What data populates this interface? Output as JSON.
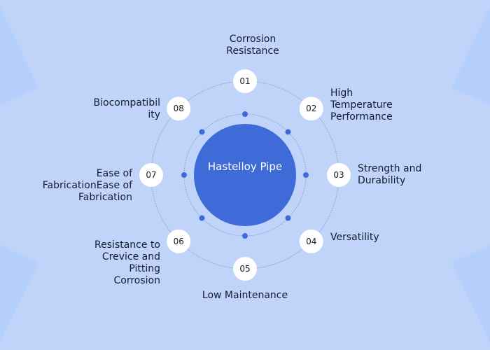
{
  "center_title": "Hastelloy Pipe",
  "colors": {
    "background": "#c0d4fa",
    "center": "#3f6bd8",
    "dot": "#3f6bd8",
    "node": "#ffffff"
  },
  "items": [
    {
      "num": "01",
      "lines": [
        "Corrosion",
        "Resistance"
      ]
    },
    {
      "num": "02",
      "lines": [
        "High",
        "Temperature",
        "Performance"
      ]
    },
    {
      "num": "03",
      "lines": [
        "Strength and",
        "Durability"
      ]
    },
    {
      "num": "04",
      "lines": [
        "Versatility"
      ]
    },
    {
      "num": "05",
      "lines": [
        "Low Maintenance"
      ]
    },
    {
      "num": "06",
      "lines": [
        "Resistance to",
        "Crevice and",
        "Pitting",
        "Corrosion"
      ]
    },
    {
      "num": "07",
      "lines": [
        "Ease of",
        "FabricationEase of",
        "Fabrication"
      ]
    },
    {
      "num": "08",
      "lines": [
        "Biocompatibil",
        "ity"
      ]
    }
  ]
}
